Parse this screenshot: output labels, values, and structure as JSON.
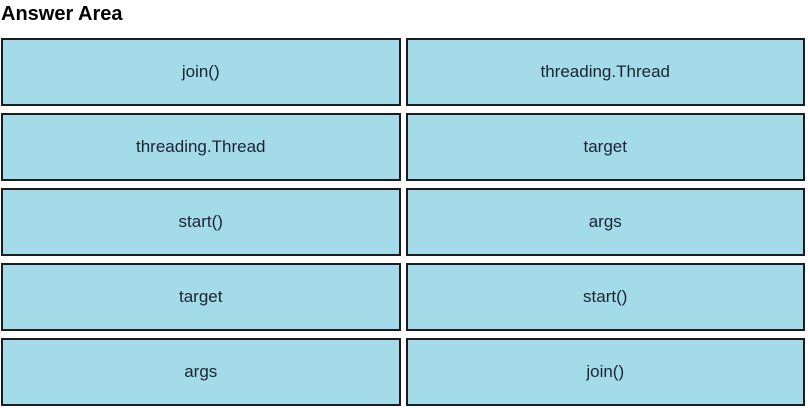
{
  "title": "Answer Area",
  "colors": {
    "box_fill": "#a3dbe9",
    "box_border": "#1b1b20",
    "box_text": "#1b2430",
    "title_text": "#000000",
    "background": "#ffffff"
  },
  "grid": {
    "left": [
      "join()",
      "threading.Thread",
      "start()",
      "target",
      "args"
    ],
    "right": [
      "threading.Thread",
      "target",
      "args",
      "start()",
      "join()"
    ]
  }
}
